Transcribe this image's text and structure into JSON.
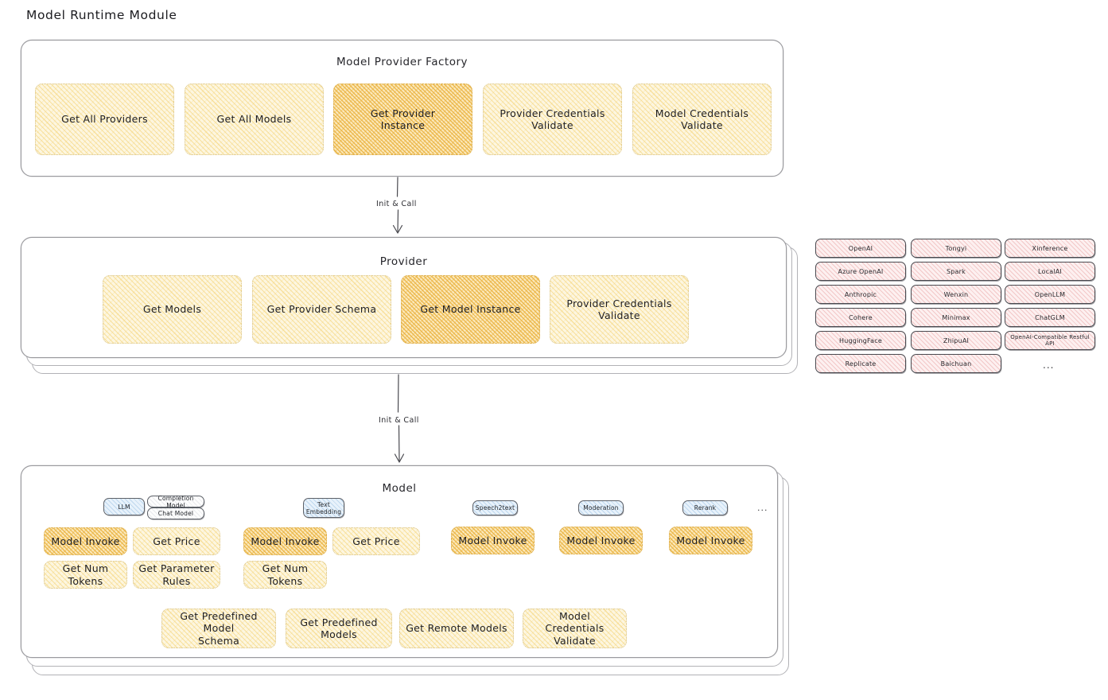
{
  "page": {
    "title": "Model Runtime Module"
  },
  "sections": {
    "factory": {
      "title": "Model Provider Factory",
      "nodes": [
        {
          "label": "Get All Providers",
          "highlight": false
        },
        {
          "label": "Get All Models",
          "highlight": false
        },
        {
          "label": "Get Provider\nInstance",
          "highlight": true
        },
        {
          "label": "Provider Credentials\nValidate",
          "highlight": false
        },
        {
          "label": "Model Credentials\nValidate",
          "highlight": false
        }
      ]
    },
    "provider": {
      "title": "Provider",
      "nodes": [
        {
          "label": "Get Models",
          "highlight": false
        },
        {
          "label": "Get Provider Schema",
          "highlight": false
        },
        {
          "label": "Get Model Instance",
          "highlight": true
        },
        {
          "label": "Provider Credentials\nValidate",
          "highlight": false
        }
      ]
    },
    "model": {
      "title": "Model",
      "type_groups": [
        {
          "type_label": "LLM",
          "type_style": "blue",
          "sub_labels": [
            "Completion Model",
            "Chat Model"
          ],
          "methods": [
            {
              "label": "Model Invoke",
              "highlight": true
            },
            {
              "label": "Get Price",
              "highlight": false
            },
            {
              "label": "Get Num Tokens",
              "highlight": false
            },
            {
              "label": "Get Parameter\nRules",
              "highlight": false
            }
          ]
        },
        {
          "type_label": "Text\nEmbedding",
          "type_style": "blue",
          "sub_labels": [],
          "methods": [
            {
              "label": "Model Invoke",
              "highlight": true
            },
            {
              "label": "Get Price",
              "highlight": false
            },
            {
              "label": "Get Num Tokens",
              "highlight": false
            }
          ]
        },
        {
          "type_label": "Speech2text",
          "type_style": "blue",
          "sub_labels": [],
          "methods": [
            {
              "label": "Model Invoke",
              "highlight": true
            }
          ]
        },
        {
          "type_label": "Moderation",
          "type_style": "blue",
          "sub_labels": [],
          "methods": [
            {
              "label": "Model Invoke",
              "highlight": true
            }
          ]
        },
        {
          "type_label": "Rerank",
          "type_style": "blue",
          "sub_labels": [],
          "methods": [
            {
              "label": "Model Invoke",
              "highlight": true
            }
          ]
        }
      ],
      "more": "...",
      "shared_methods": [
        {
          "label": "Get Predefined Model\nSchema"
        },
        {
          "label": "Get Predefined\nModels"
        },
        {
          "label": "Get Remote Models"
        },
        {
          "label": "Model Credentials\nValidate"
        }
      ]
    }
  },
  "arrows": [
    {
      "label": "Init & Call"
    },
    {
      "label": "Init & Call"
    }
  ],
  "providers": {
    "column_1": [
      "OpenAI",
      "Azure OpenAI",
      "Anthropic",
      "Cohere",
      "HuggingFace",
      "Replicate"
    ],
    "column_2": [
      "Tongyi",
      "Spark",
      "Wenxin",
      "Minimax",
      "ZhipuAI",
      "Baichuan"
    ],
    "column_3": [
      "Xinference",
      "LocalAI",
      "OpenLLM",
      "ChatGLM",
      "OpenAI-Compatible Restful API"
    ],
    "more": "..."
  },
  "colors": {
    "highlight_fill": "#fbe9bd",
    "node_fill": "#fdf6e0",
    "provider_chip_fill": "#fdf0f0",
    "type_chip_fill": "#e8f2fb",
    "stroke": "#9a9a9e",
    "text": "#1e1e22"
  }
}
